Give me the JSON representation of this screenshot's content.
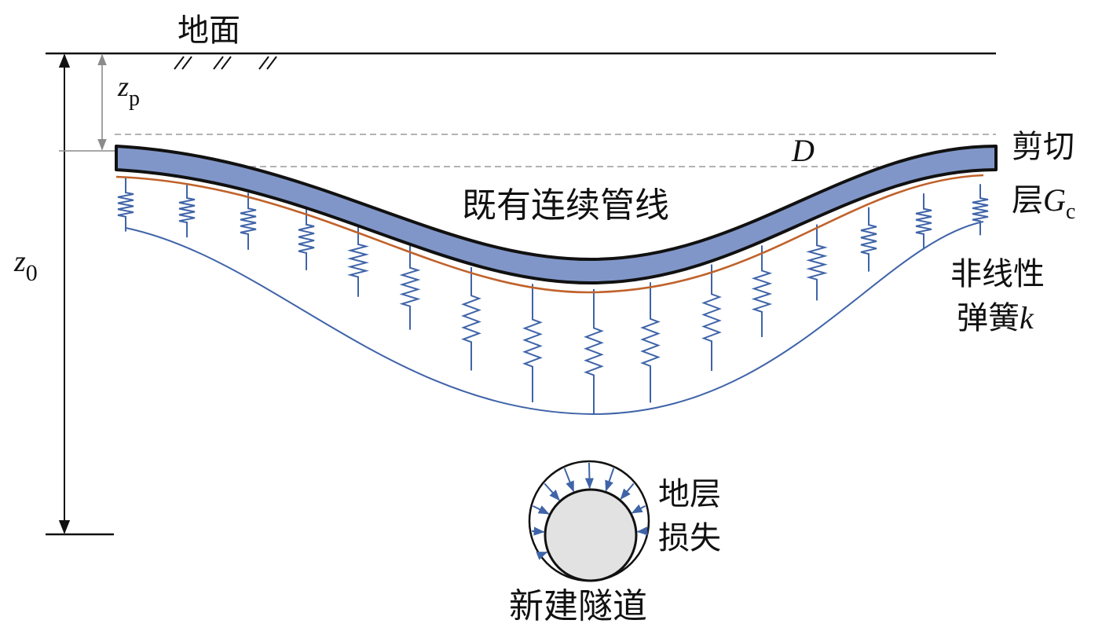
{
  "labels": {
    "ground": "地面",
    "pipeline": "既有连续管线",
    "shear_layer": [
      "剪切",
      "层"
    ],
    "shear_symbol": "G",
    "shear_sub": "c",
    "spring": [
      "非线性",
      "弹簧"
    ],
    "spring_symbol": "k",
    "depth_pipe_symbol": "z",
    "depth_pipe_sub": "p",
    "depth_tunnel_symbol": "z",
    "depth_tunnel_sub": "0",
    "diameter_symbol": "D",
    "ground_loss": [
      "地层",
      "损失"
    ],
    "tunnel": "新建隧道"
  },
  "colors": {
    "pipe_fill": "#8196c8",
    "pipe_stroke": "#111111",
    "shear_line": "#c0622b",
    "spring": "#3f64a8",
    "tunnel_fill": "#e2e2e2",
    "dim_gray": "#8c8c8c",
    "dashed": "#9a9a9a"
  }
}
